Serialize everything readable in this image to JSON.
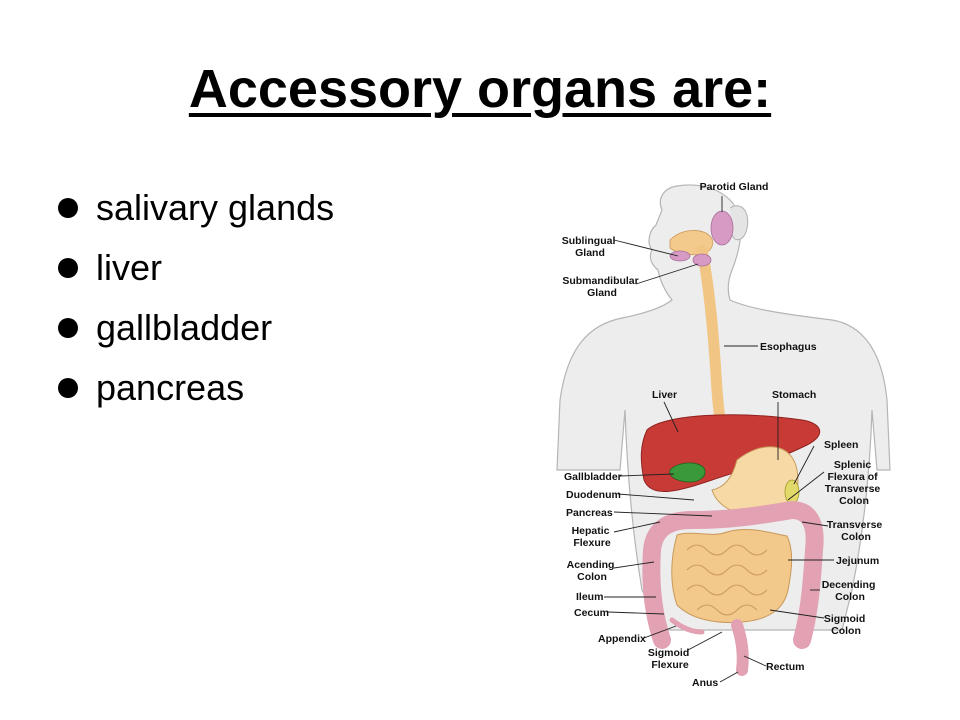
{
  "slide": {
    "title": "Accessory organs are:",
    "bullets": [
      "salivary glands",
      "liver",
      "gallbladder",
      "pancreas"
    ]
  },
  "figure": {
    "labels": {
      "parotid": "Parotid Gland",
      "sublingual": [
        "Sublingual",
        "Gland"
      ],
      "submandibular": [
        "Submandibular",
        "Gland"
      ],
      "esophagus": "Esophagus",
      "liver": "Liver",
      "stomach": "Stomach",
      "spleen": "Spleen",
      "splenic_flexure": [
        "Splenic",
        "Flexura of",
        "Transverse",
        "Colon"
      ],
      "gallbladder": "Gallbladder",
      "duodenum": "Duodenum",
      "pancreas": "Pancreas",
      "hepatic_flexure": [
        "Hepatic",
        "Flexure"
      ],
      "transverse_colon": [
        "Transverse",
        "Colon"
      ],
      "jejunum": "Jejunum",
      "ascending_colon": [
        "Acending",
        "Colon"
      ],
      "descending_colon": [
        "Decending",
        "Colon"
      ],
      "ileum": "Ileum",
      "cecum": "Cecum",
      "sigmoid_colon": [
        "Sigmoid",
        "Colon"
      ],
      "appendix": "Appendix",
      "sigmoid_flexure": [
        "Sigmoid",
        "Flexure"
      ],
      "rectum": "Rectum",
      "anus": "Anus"
    }
  }
}
